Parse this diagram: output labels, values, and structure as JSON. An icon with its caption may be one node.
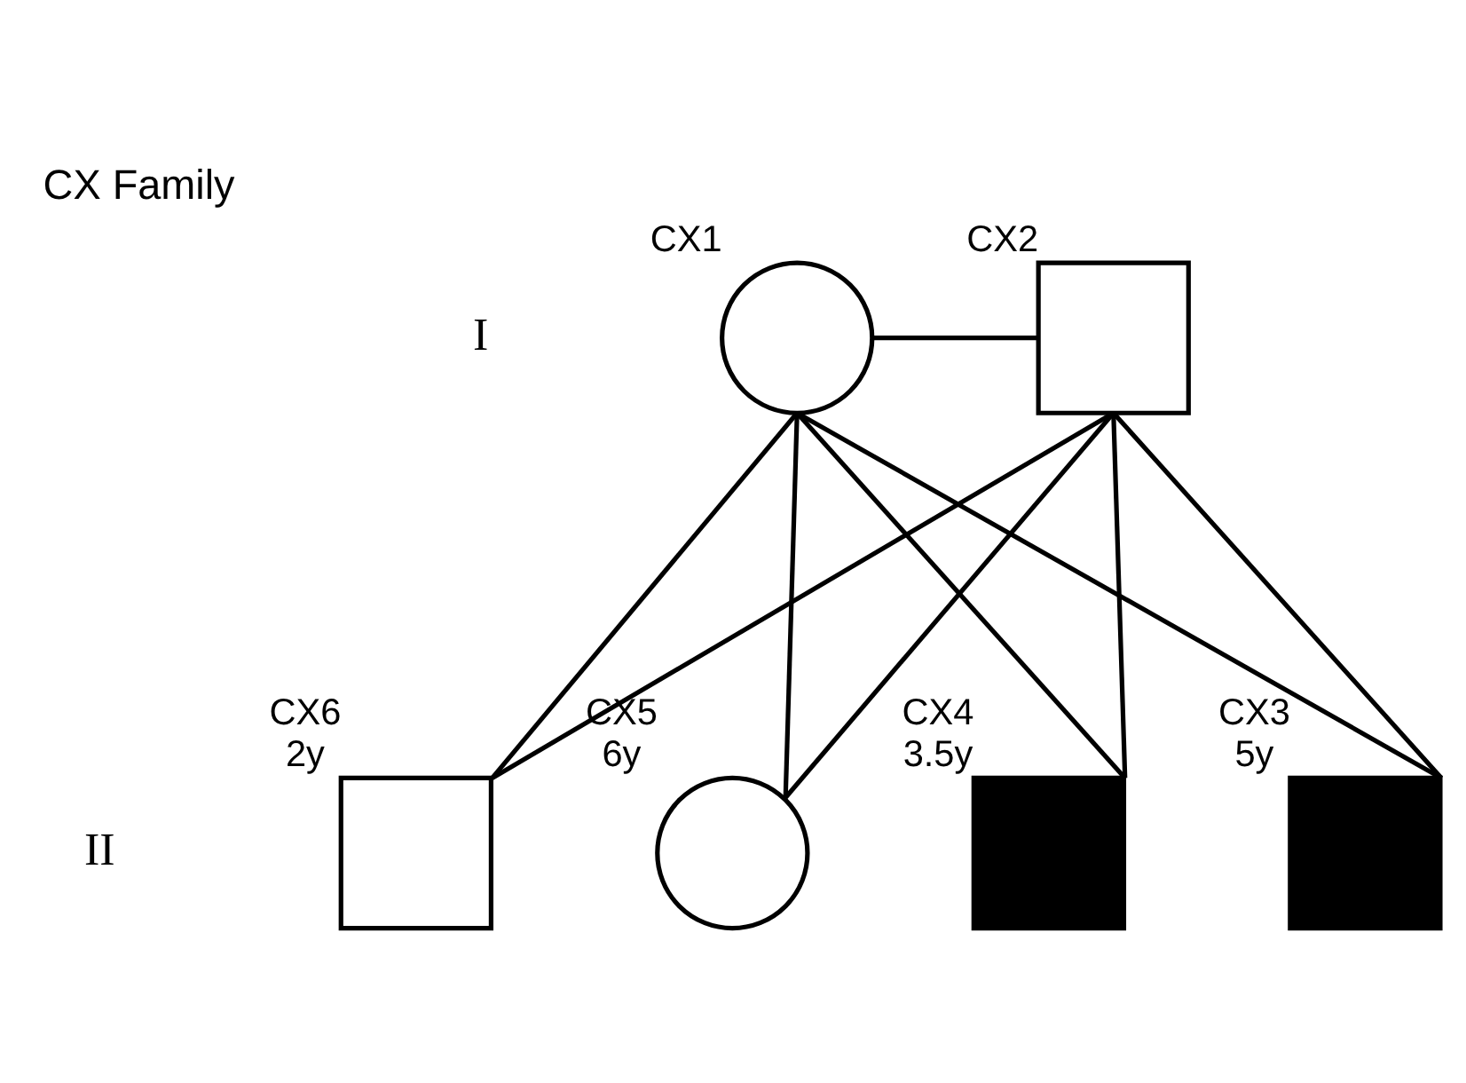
{
  "diagram": {
    "title": "CX Family",
    "nodes": [
      {
        "text": [
          "CX1"
        ]
      },
      {
        "text": [
          "CX2"
        ]
      },
      {
        "text": [
          "CX6"
        ],
        "beside": [
          "2y"
        ]
      },
      {
        "text": [
          "CX5"
        ],
        "beside": [
          "6y"
        ]
      },
      {
        "text": [
          "CX4"
        ],
        "beside": [
          "3.5y"
        ]
      },
      {
        "text": [
          "CX3"
        ],
        "beside": [
          "5y"
        ]
      }
    ],
    "edges": [
      {
        "from": 0,
        "to": 1,
        "arrow": "none"
      },
      {
        "from": 0,
        "to": 2,
        "arrow": "none"
      },
      {
        "from": 1,
        "to": 2,
        "arrow": "none"
      },
      {
        "from": 0,
        "to": 3,
        "arrow": "none"
      },
      {
        "from": 1,
        "to": 3,
        "arrow": "none"
      },
      {
        "from": 0,
        "to": 4,
        "arrow": "none"
      },
      {
        "from": 1,
        "to": 4,
        "arrow": "none"
      },
      {
        "from": 0,
        "to": 5,
        "arrow": "none"
      },
      {
        "from": 1,
        "to": 5,
        "arrow": "none"
      }
    ],
    "labels": [
      "I",
      "II"
    ]
  }
}
